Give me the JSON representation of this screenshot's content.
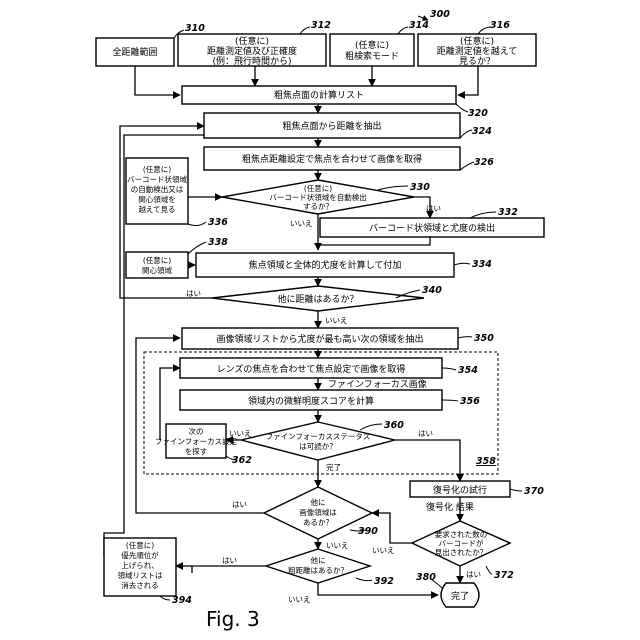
{
  "figure": {
    "label": "Fig. 3",
    "ref_main": "300"
  },
  "nodes": {
    "b310": {
      "ref": "310",
      "lines": [
        "全距離範囲"
      ]
    },
    "b312": {
      "ref": "312",
      "lines": [
        "(任意に)",
        "距離測定値及び正確度",
        "(例：飛行時間から)"
      ]
    },
    "b314": {
      "ref": "314",
      "lines": [
        "(任意に)",
        "粗検索モード"
      ]
    },
    "b316": {
      "ref": "316",
      "lines": [
        "(任意に)",
        "距離測定値を越えて",
        "見るか？"
      ]
    },
    "b320": {
      "ref": "320",
      "lines": [
        "粗焦点面の計算リスト"
      ]
    },
    "b324": {
      "ref": "324",
      "lines": [
        "粗焦点面から距離を抽出"
      ]
    },
    "b326": {
      "ref": "326",
      "lines": [
        "粗焦点距離設定で焦点を合わせて画像を取得"
      ]
    },
    "b330": {
      "ref": "330",
      "lines": [
        "(任意に)",
        "バーコード状領域を自動検出",
        "するか？"
      ]
    },
    "b332": {
      "ref": "332",
      "lines": [
        "バーコード状領域と尤度の検出"
      ]
    },
    "b336": {
      "ref": "336",
      "lines": [
        "(任意に)",
        "バーコード状領域",
        "の自動検出又は",
        "関心領域を",
        "越えて見る"
      ]
    },
    "b338": {
      "ref": "338",
      "lines": [
        "(任意に)",
        "関心領域"
      ]
    },
    "b334": {
      "ref": "334",
      "lines": [
        "焦点領域と全体的尤度を計算して付加"
      ]
    },
    "b340": {
      "ref": "340",
      "lines": [
        "他に距離はあるか？"
      ]
    },
    "b350": {
      "ref": "350",
      "lines": [
        "画像領域リストから尤度が最も高い次の領域を抽出"
      ]
    },
    "b354": {
      "ref": "354",
      "lines": [
        "レンズの焦点を合わせて焦点設定で画像を取得"
      ]
    },
    "b356": {
      "ref": "356",
      "lines": [
        "領域内の微鮮明度スコアを計算"
      ]
    },
    "b358": {
      "ref": "358",
      "lines": []
    },
    "b360": {
      "ref": "360",
      "lines": [
        "ファインフォーカスステータス",
        "は可読か？"
      ]
    },
    "b362": {
      "ref": "362",
      "lines": [
        "次の",
        "ファインフォーカス設定",
        "を探す"
      ]
    },
    "b370": {
      "ref": "370",
      "lines": [
        "復号化の試行"
      ]
    },
    "b372": {
      "ref": "372",
      "lines": [
        "要求された数の",
        "バーコードが",
        "見出されたか？"
      ]
    },
    "b380": {
      "ref": "380",
      "lines": [
        "完了"
      ]
    },
    "b390": {
      "ref": "390",
      "lines": [
        "他に",
        "画像領域は",
        "あるか？"
      ]
    },
    "b392": {
      "ref": "392",
      "lines": [
        "他に",
        "粗距離はあるか？"
      ]
    },
    "b394": {
      "ref": "394",
      "lines": [
        "(任意に)",
        "優先順位が",
        "上げられ、",
        "領域リストは",
        "消去される"
      ]
    }
  },
  "edge_labels": {
    "fine_focus_image": "ファインフォーカス画像",
    "decode_result": "復号化 結果",
    "done": "完了",
    "yes": "はい",
    "no": "いいえ"
  }
}
